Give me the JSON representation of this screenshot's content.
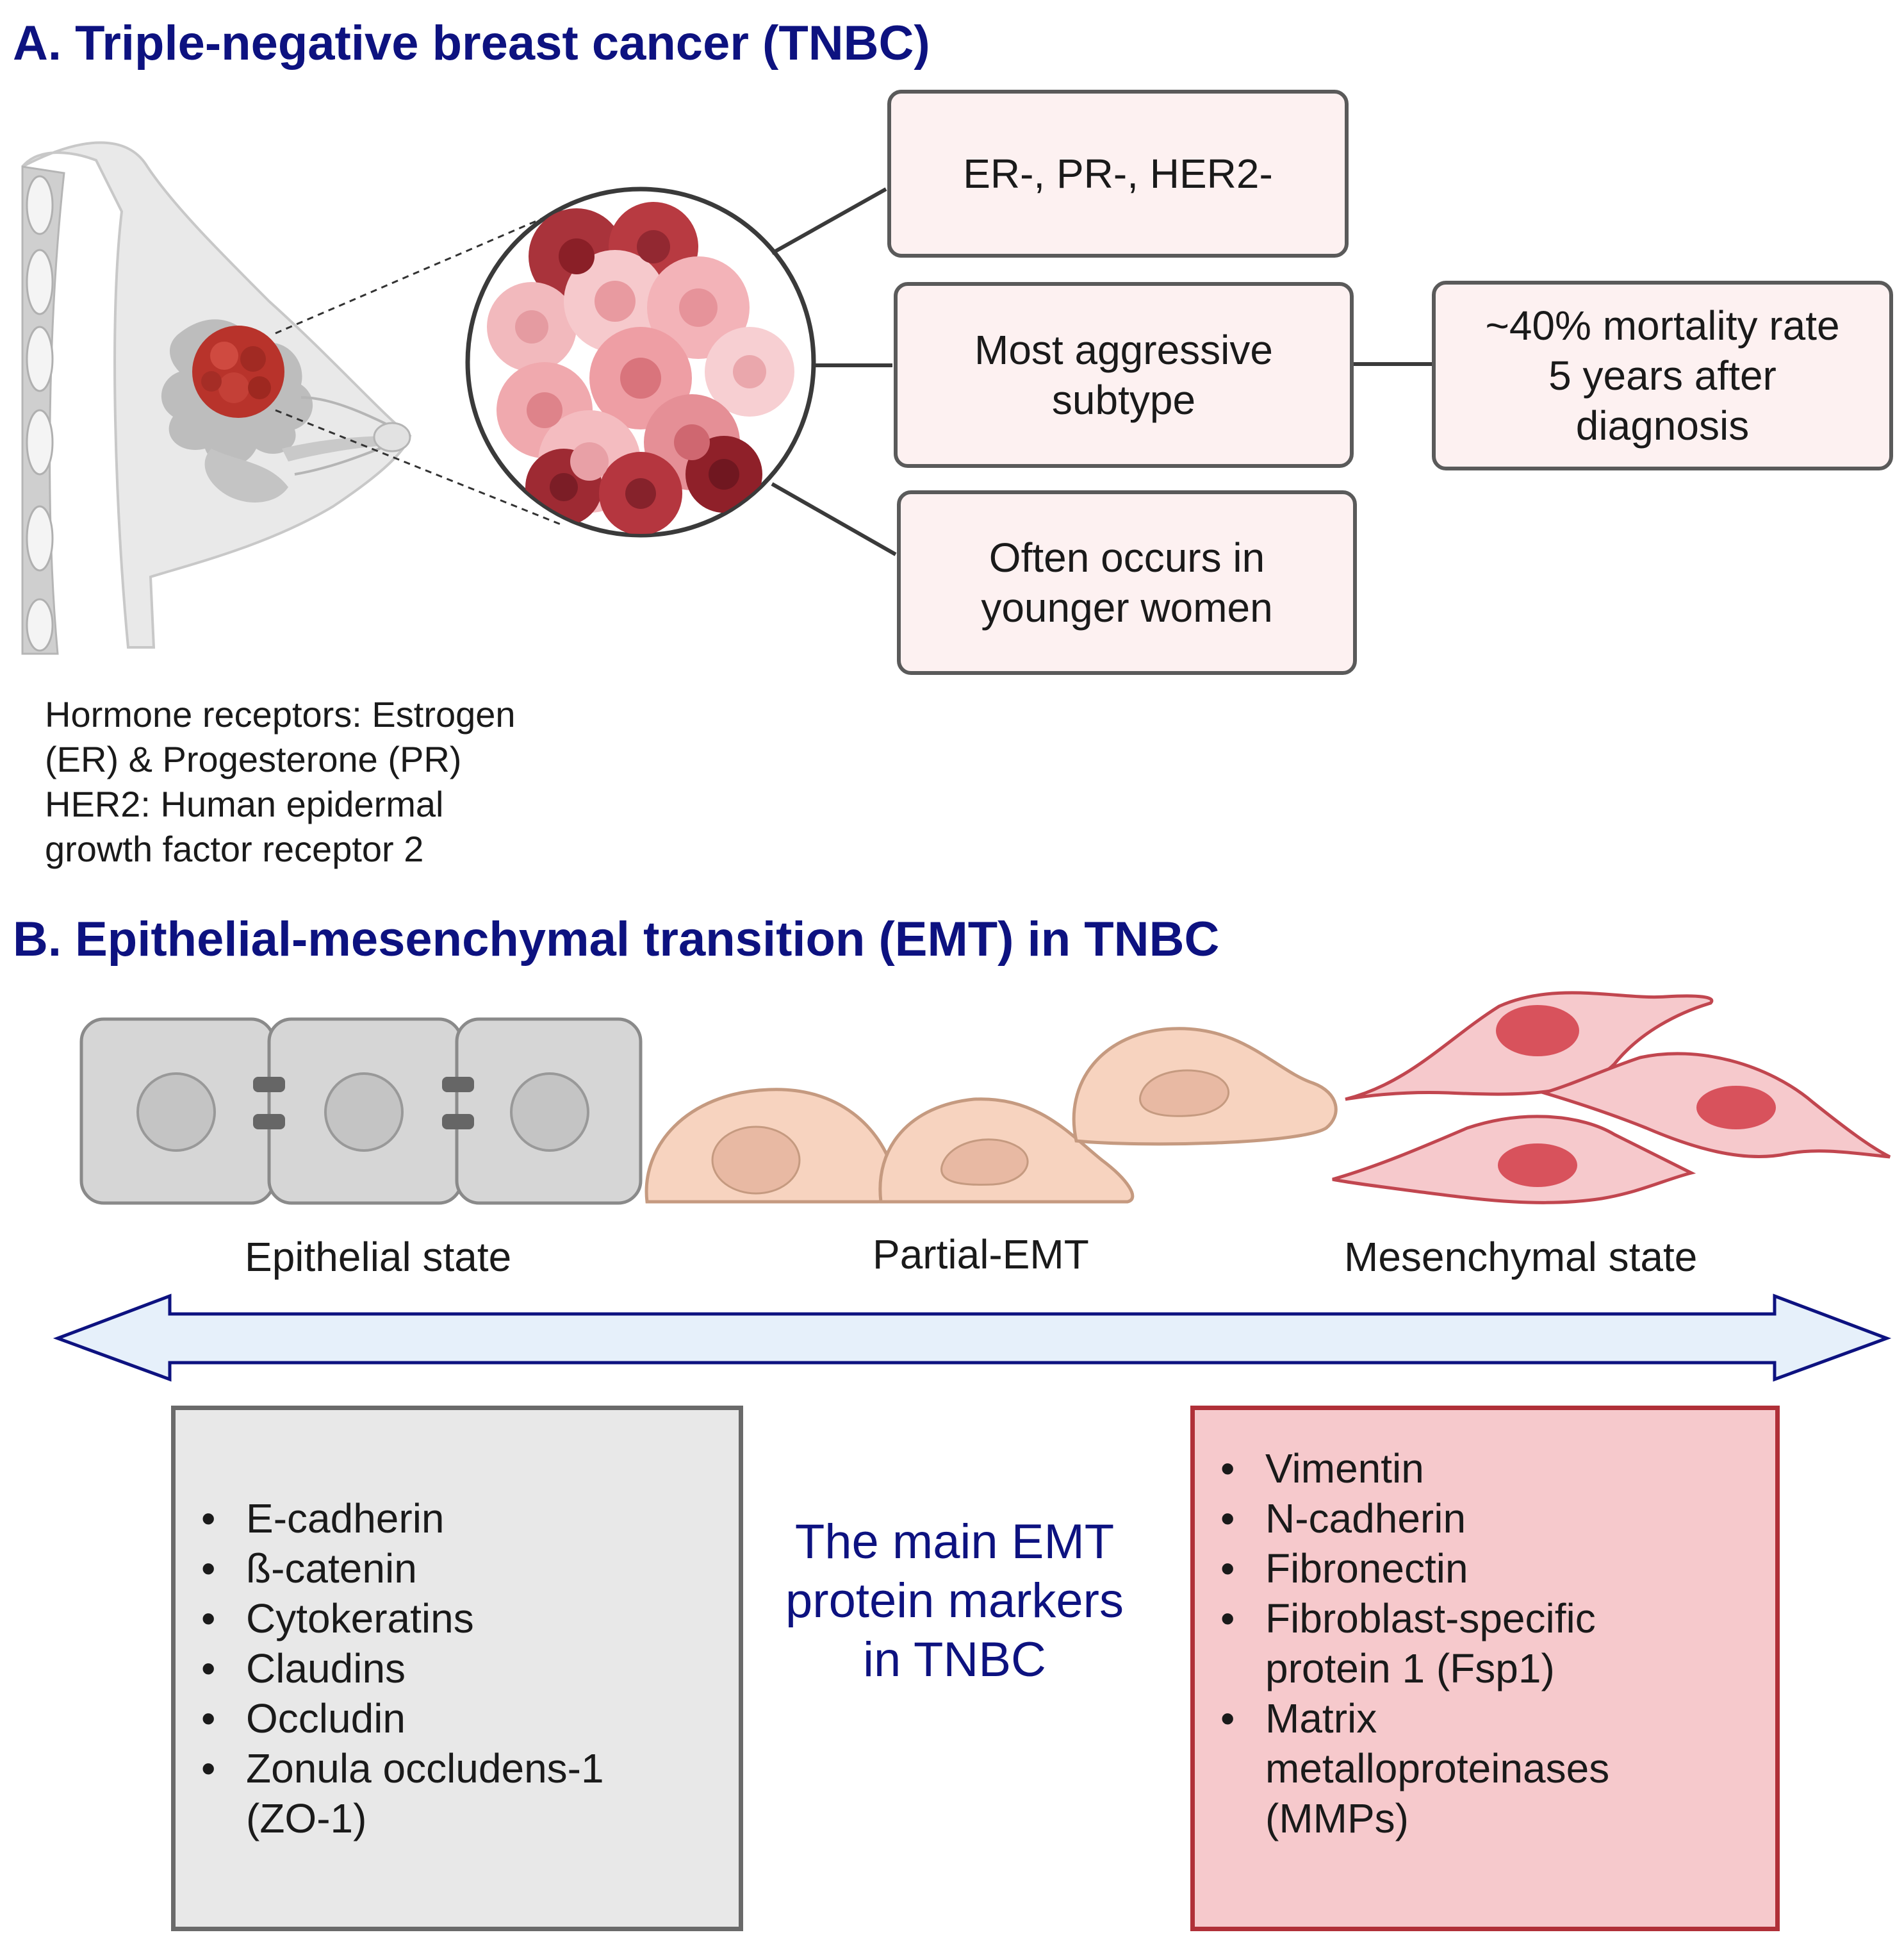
{
  "panel_a": {
    "title": "A. Triple-negative breast cancer (TNBC)",
    "box_receptors": "ER-, PR-, HER2-",
    "box_aggressive": "Most aggressive\nsubtype",
    "box_younger": "Often occurs in\nyounger women",
    "box_mortality": "~40% mortality rate\n5 years after\ndiagnosis",
    "legend": "Hormone receptors: Estrogen\n(ER) & Progesterone (PR)\nHER2: Human epidermal\ngrowth factor receptor 2"
  },
  "panel_b": {
    "title": "B. Epithelial-mesenchymal transition  (EMT) in TNBC",
    "state_epithelial": "Epithelial state",
    "state_partial": "Partial-EMT",
    "state_mesenchymal": "Mesenchymal state",
    "center_text": "The main EMT\nprotein markers\nin TNBC",
    "epithelial_markers": [
      "E-cadherin",
      "ß-catenin",
      "Cytokeratins",
      "Claudins",
      "Occludin",
      "Zonula occludens-1\n(ZO-1)"
    ],
    "mesenchymal_markers": [
      "Vimentin",
      "N-cadherin",
      "Fibronectin",
      "Fibroblast-specific\nprotein 1 (Fsp1)",
      "Matrix\nmetalloproteinases\n(MMPs)"
    ]
  },
  "colors": {
    "title": "#0d1280",
    "box_fill": "#fdf1f1",
    "epithelial_box_fill": "#e8e8e8",
    "mesenchymal_box_fill": "#f6c9cc",
    "mesenchymal_border": "#b03038",
    "arrow_fill": "#e6f0fa",
    "arrow_stroke": "#0d1280"
  }
}
